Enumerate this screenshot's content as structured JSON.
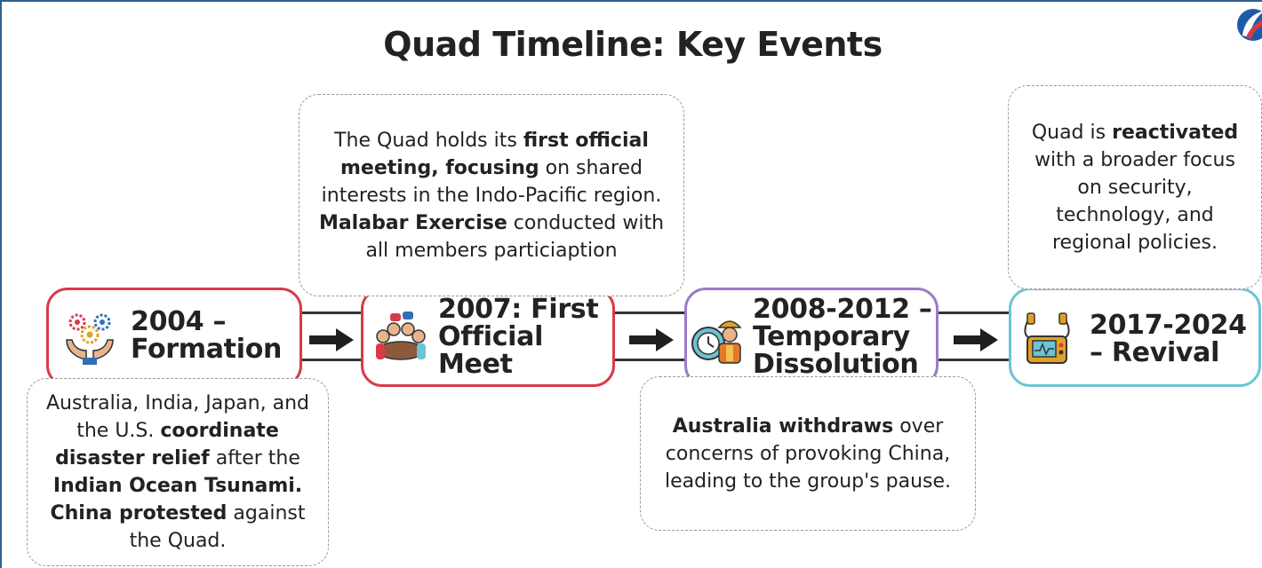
{
  "title": "Quad Timeline: Key Events",
  "colors": {
    "formation": "#d93a48",
    "first_meet": "#d93a48",
    "dissolution": "#9b7cc6",
    "revival": "#6cc4d6",
    "rail": "#333333",
    "arrow": "#1f1f1f"
  },
  "events": [
    {
      "label_lines": [
        "2004 –",
        "Formation"
      ],
      "icon": "gears-in-hands-icon",
      "description": [
        [
          "",
          "Australia, India, Japan, and the U.S. "
        ],
        [
          "b",
          "coordinate disaster relief"
        ],
        [
          "",
          " after the "
        ],
        [
          "b",
          "Indian Ocean Tsunami. China protested"
        ],
        [
          "",
          " against the Quad."
        ]
      ]
    },
    {
      "label_lines": [
        "2007: First",
        "Official",
        "Meet"
      ],
      "icon": "meeting-table-icon",
      "description": [
        [
          "",
          "The Quad holds its "
        ],
        [
          "b",
          "first official meeting, focusing"
        ],
        [
          "",
          " on shared interests in the Indo-Pacific region. "
        ],
        [
          "b",
          "Malabar Exercise"
        ],
        [
          "",
          " conducted with all members particiaption"
        ]
      ]
    },
    {
      "label_lines": [
        "2008-2012 –",
        "Temporary",
        "Dissolution"
      ],
      "icon": "worker-with-clock-icon",
      "description": [
        [
          "b",
          "Australia withdraws"
        ],
        [
          "",
          " over concerns of provoking China, leading to the group's pause."
        ]
      ]
    },
    {
      "label_lines": [
        "2017-2024",
        "– Revival"
      ],
      "icon": "defibrillator-icon",
      "description": [
        [
          "",
          "Quad is "
        ],
        [
          "b",
          "reactivated"
        ],
        [
          "",
          " with a broader focus on security, technology, and regional policies."
        ]
      ]
    }
  ]
}
